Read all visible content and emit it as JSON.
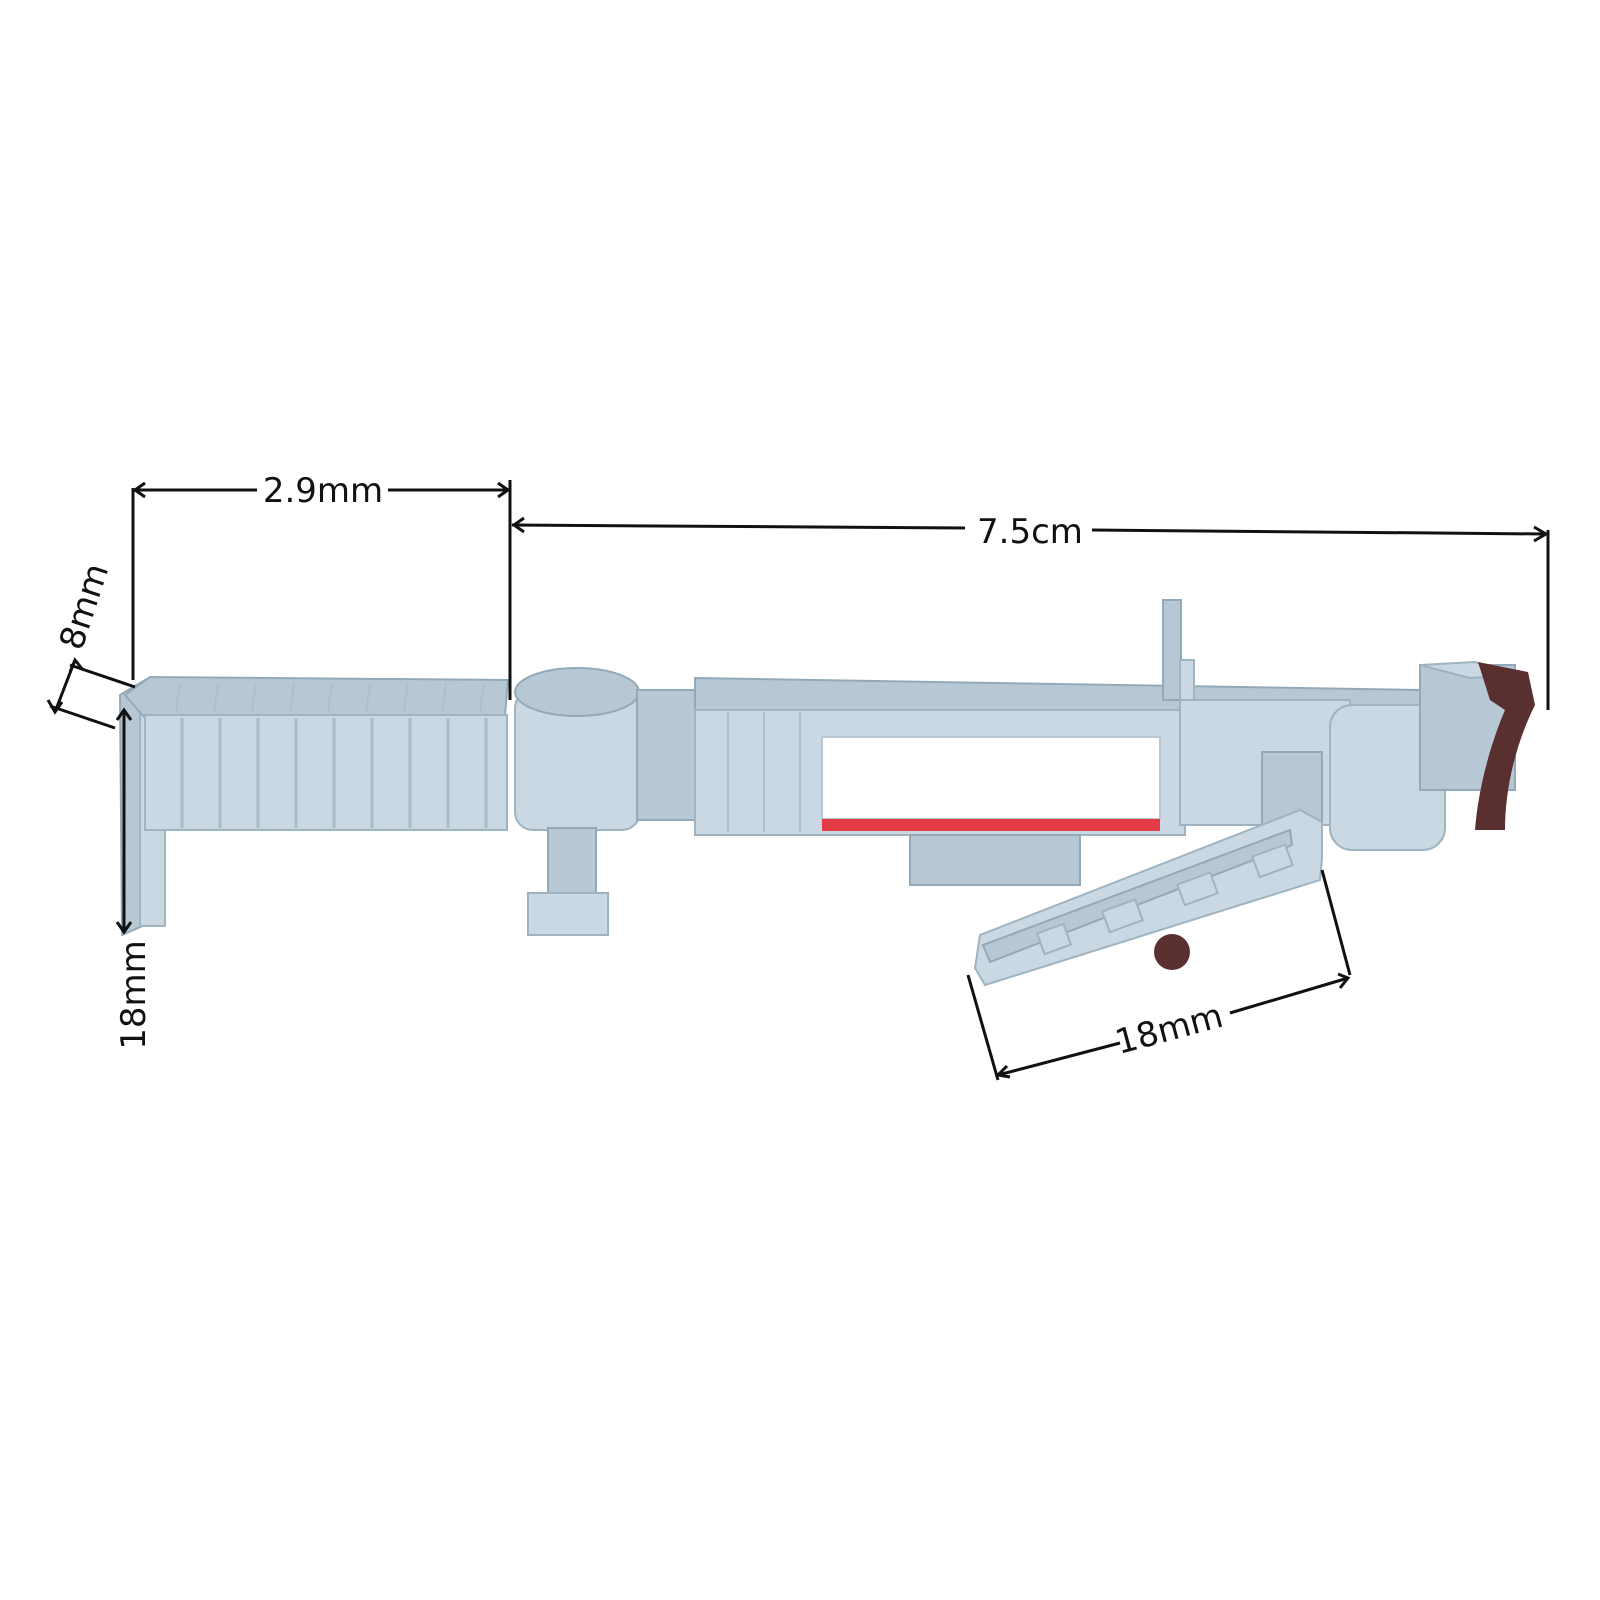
{
  "dimensions": {
    "top_left_width": "2.9mm",
    "top_main_length": "7.5cm",
    "depth": "8mm",
    "height": "18mm",
    "stair_length": "18mm"
  },
  "colors": {
    "background": "#ffffff",
    "model_body": "#c9d8e2",
    "dimension_lines": "#111111",
    "stripe_red": "#e23b45",
    "bumper_brown": "#5a2f30"
  }
}
